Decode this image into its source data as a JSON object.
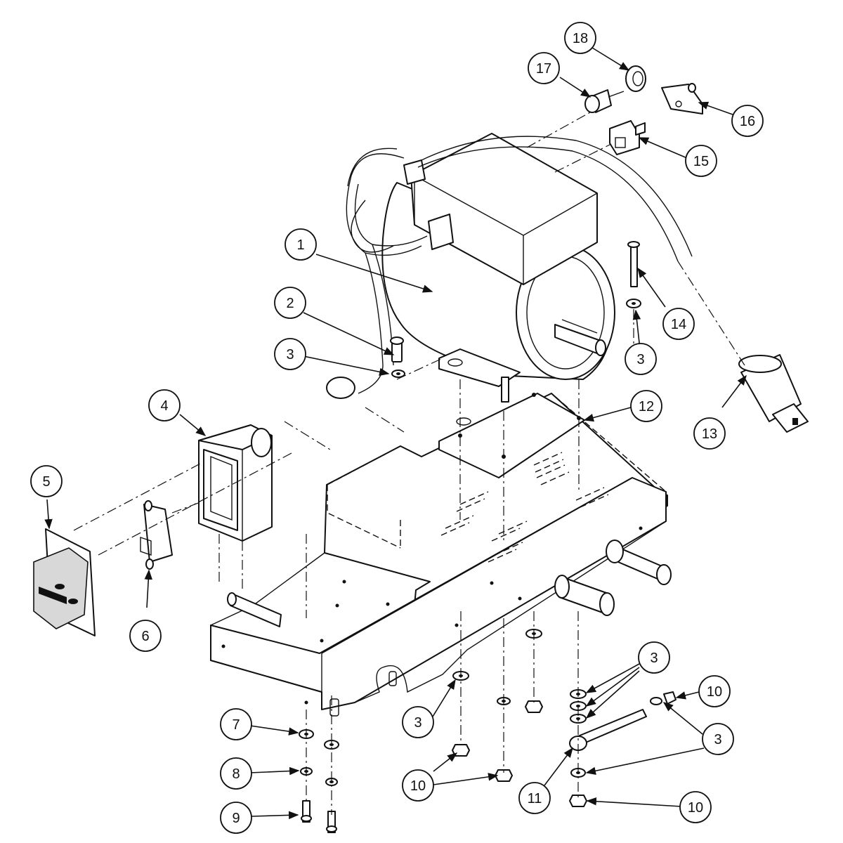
{
  "diagram": {
    "callouts": [
      {
        "id": "c1",
        "label": "1",
        "part": "motor"
      },
      {
        "id": "c2",
        "label": "2",
        "part": "motor-bolt"
      },
      {
        "id": "c3a",
        "label": "3",
        "part": "washer"
      },
      {
        "id": "c3b",
        "label": "3",
        "part": "washer"
      },
      {
        "id": "c3c",
        "label": "3",
        "part": "washer"
      },
      {
        "id": "c3d",
        "label": "3",
        "part": "washer"
      },
      {
        "id": "c3e",
        "label": "3",
        "part": "washer"
      },
      {
        "id": "c4",
        "label": "4",
        "part": "switch-box"
      },
      {
        "id": "c5",
        "label": "5",
        "part": "switch-cover-plate"
      },
      {
        "id": "c6",
        "label": "6",
        "part": "toggle-switch"
      },
      {
        "id": "c7",
        "label": "7",
        "part": "washer"
      },
      {
        "id": "c8",
        "label": "8",
        "part": "lock-washer"
      },
      {
        "id": "c9",
        "label": "9",
        "part": "bolt"
      },
      {
        "id": "c10a",
        "label": "10",
        "part": "nut"
      },
      {
        "id": "c10b",
        "label": "10",
        "part": "nut"
      },
      {
        "id": "c10c",
        "label": "10",
        "part": "nut"
      },
      {
        "id": "c11",
        "label": "11",
        "part": "threaded-rod"
      },
      {
        "id": "c12",
        "label": "12",
        "part": "mounting-plate"
      },
      {
        "id": "c13",
        "label": "13",
        "part": "plug"
      },
      {
        "id": "c14",
        "label": "14",
        "part": "bolt"
      },
      {
        "id": "c15",
        "label": "15",
        "part": "switch"
      },
      {
        "id": "c16",
        "label": "16",
        "part": "clamp"
      },
      {
        "id": "c17",
        "label": "17",
        "part": "strain-relief"
      },
      {
        "id": "c18",
        "label": "18",
        "part": "grommet"
      }
    ]
  }
}
